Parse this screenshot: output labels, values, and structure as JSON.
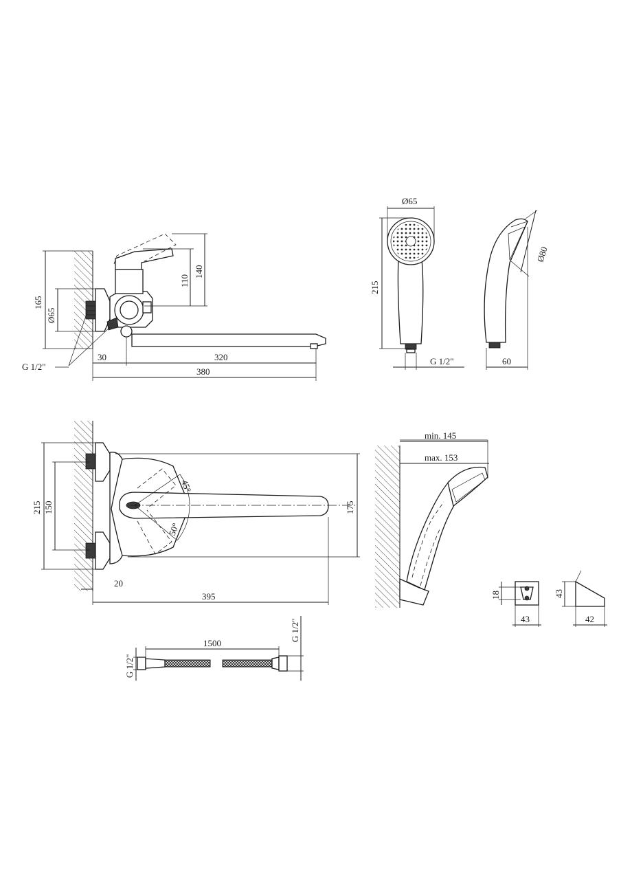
{
  "views": {
    "side": {
      "dims": {
        "d165": "165",
        "d65": "Ø65",
        "d110": "110",
        "d140": "140",
        "d30": "30",
        "d320": "320",
        "d380": "380",
        "thread": "G 1/2\""
      }
    },
    "shower_front": {
      "dims": {
        "d65": "Ø65",
        "d215": "215",
        "thread": "G 1/2\""
      }
    },
    "shower_side": {
      "dims": {
        "d80": "Ø80",
        "d60": "60"
      }
    },
    "top": {
      "dims": {
        "d215": "215",
        "d150": "150",
        "d175": "175",
        "d20": "20",
        "d395": "395",
        "a45": "45°",
        "a50": "50°"
      }
    },
    "holder_mounted": {
      "dims": {
        "min": "min. 145",
        "max": "max. 153"
      }
    },
    "holder_front": {
      "dims": {
        "d18": "18",
        "d43": "43"
      }
    },
    "holder_side": {
      "dims": {
        "d43": "43",
        "d42": "42"
      }
    },
    "hose": {
      "dims": {
        "length": "1500",
        "thread_left": "G 1/2\"",
        "thread_right": "G 1/2\""
      }
    }
  }
}
